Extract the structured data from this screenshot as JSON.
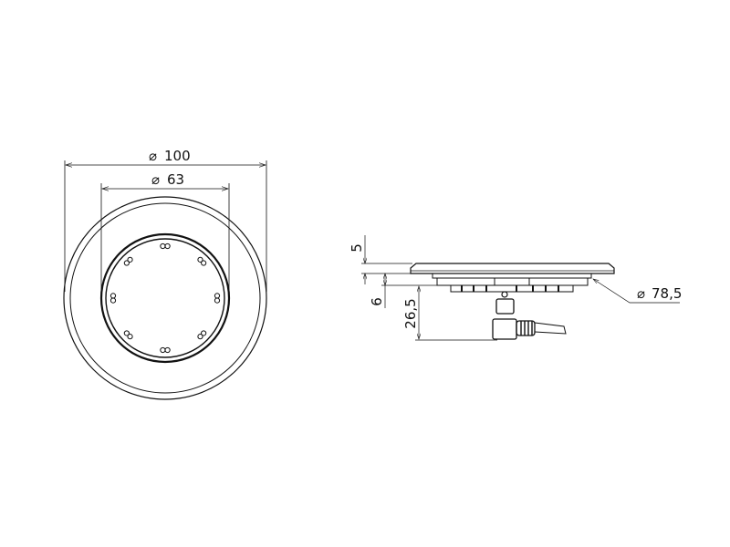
{
  "drawing": {
    "top_view": {
      "dimensions": [
        {
          "label": "⌀",
          "value": "100"
        },
        {
          "label": "⌀",
          "value": "63"
        }
      ]
    },
    "side_view": {
      "dimensions": [
        {
          "value": "5"
        },
        {
          "value": "6"
        },
        {
          "value": "26,5"
        },
        {
          "label": "⌀",
          "value": "78,5"
        }
      ]
    }
  }
}
